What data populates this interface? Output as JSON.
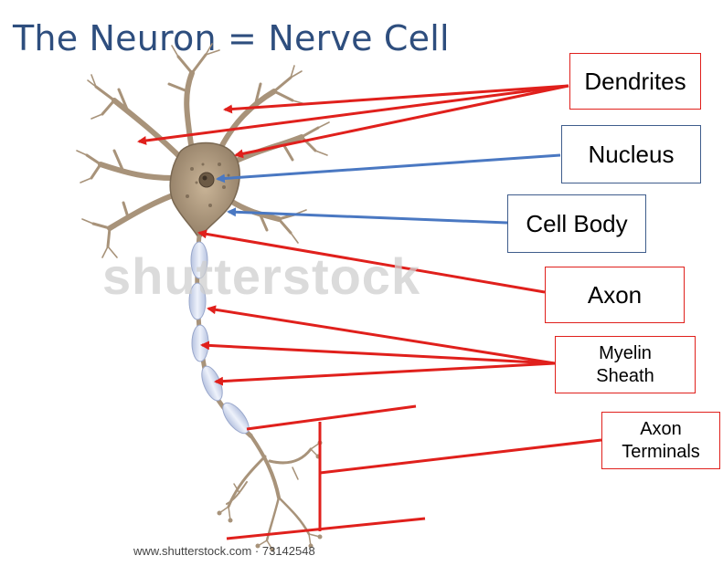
{
  "title": "The Neuron = Nerve Cell",
  "labels": {
    "dendrites": "Dendrites",
    "nucleus": "Nucleus",
    "cell_body": "Cell Body",
    "axon": "Axon",
    "myelin_sheath_line1": "Myelin",
    "myelin_sheath_line2": "Sheath",
    "axon_terminals_line1": "Axon",
    "axon_terminals_line2": "Terminals"
  },
  "watermark": "shutterstock",
  "footer": "www.shutterstock.com · 73142548",
  "colors": {
    "title": "#2e4e7e",
    "red_pointer": "#e0201c",
    "blue_pointer": "#4a78c2",
    "neuron_body": "#b8a58c",
    "myelin": "#c9d3ea"
  }
}
